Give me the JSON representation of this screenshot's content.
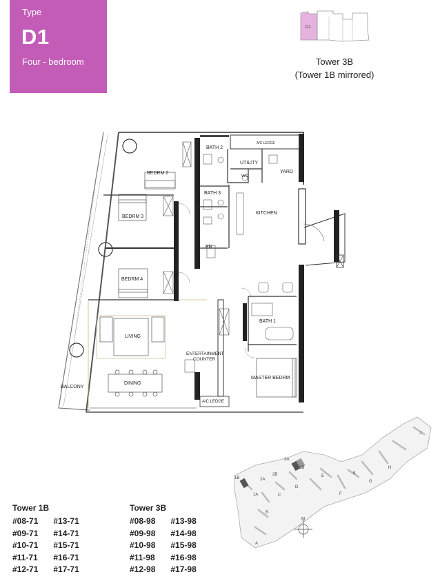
{
  "header": {
    "type_label": "Type",
    "type_code": "D1",
    "type_desc": "Four - bedroom"
  },
  "keyplan": {
    "unit_label": "D1",
    "tower_title": "Tower 3B",
    "tower_note": "(Tower 1B mirrored)"
  },
  "plan_labels": {
    "bath2": "BATH 2",
    "ac_ledge_top": "A/C LEDGE",
    "utility": "UTILITY",
    "yard": "YARD",
    "wc": "WC",
    "bath3": "BATH 3",
    "kitchen": "KITCHEN",
    "bedrm2": "BEDRM 2",
    "bedrm3": "BEDRM 3",
    "bedrm4": "BEDRM 4",
    "pr": "PR",
    "bath1": "BATH 1",
    "living": "LIVING",
    "entertainment_line1": "ENTERTAINMENT",
    "entertainment_line2": "COUNTER",
    "master": "MASTER BEDRM",
    "dining": "DINING",
    "balcony": "BALCONY",
    "ac_ledge_bottom": "A/C LEDGE"
  },
  "units": [
    {
      "tower": "Tower 1B",
      "col1": [
        "#08-71",
        "#09-71",
        "#10-71",
        "#11-71",
        "#12-71"
      ],
      "col2": [
        "#13-71",
        "#14-71",
        "#15-71",
        "#16-71",
        "#17-71"
      ]
    },
    {
      "tower": "Tower 3B",
      "col1": [
        "#08-98",
        "#09-98",
        "#10-98",
        "#11-98",
        "#12-98"
      ],
      "col2": [
        "#13-98",
        "#14-98",
        "#15-98",
        "#16-98",
        "#17-98"
      ]
    }
  ],
  "siteplan": {
    "north": "N",
    "blocks": [
      "J",
      "K",
      "H",
      "G",
      "E",
      "F",
      "3A",
      "3B",
      "2B",
      "2A",
      "1B",
      "1A",
      "C",
      "D",
      "B",
      "A"
    ]
  },
  "colors": {
    "accent": "#c25cb7",
    "highlight": "#e6b3e0"
  }
}
